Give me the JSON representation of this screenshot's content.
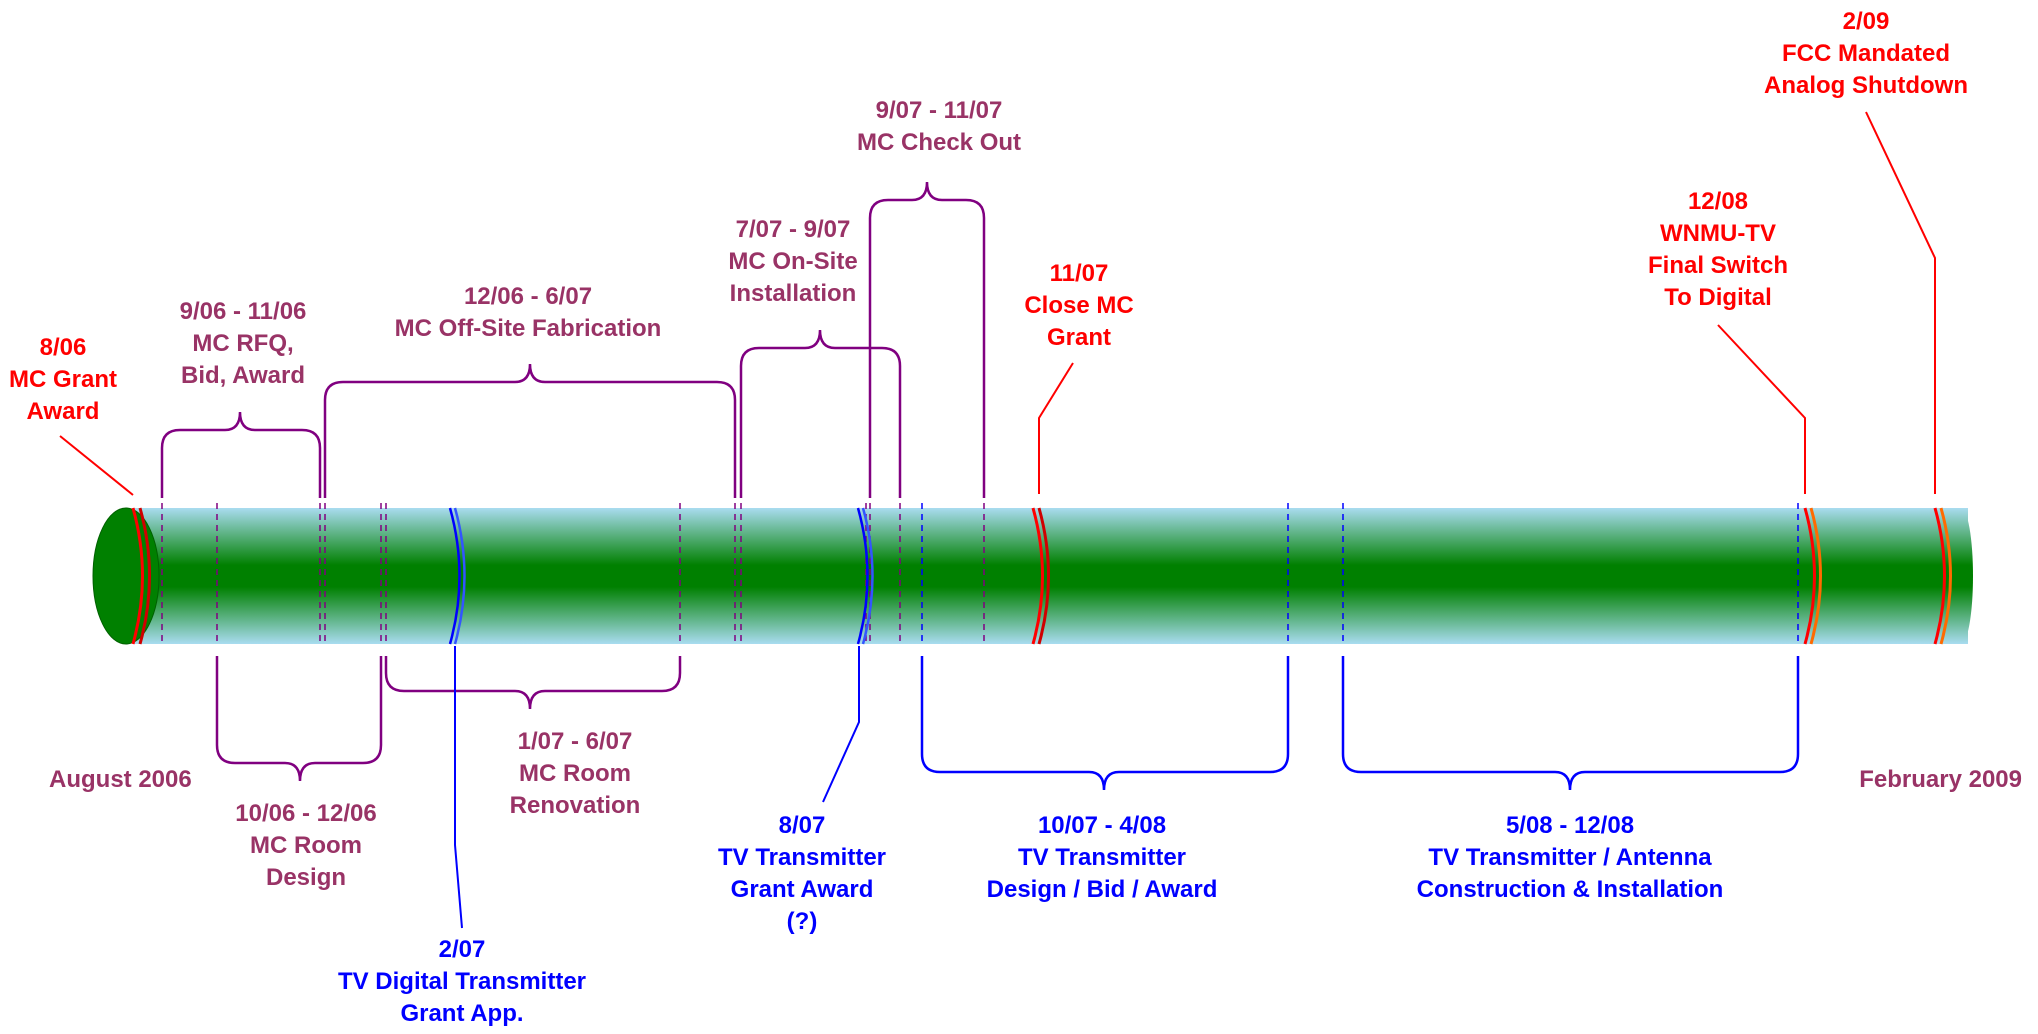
{
  "colors": {
    "red": "#ff0000",
    "purple": "#993366",
    "bracket_purple": "#800080",
    "blue": "#0000ff",
    "tube_edge": "#8fd0e8",
    "tube_core": "#008000"
  },
  "start_label": "August 2006",
  "end_label": "February 2009",
  "events": [
    {
      "id": "mc-grant-award",
      "lines": [
        "8/06",
        "MC Grant",
        "Award"
      ],
      "color": "red"
    },
    {
      "id": "close-mc-grant",
      "lines": [
        "11/07",
        "Close MC",
        "Grant"
      ],
      "color": "red"
    },
    {
      "id": "wnmu-final-switch",
      "lines": [
        "12/08",
        "WNMU-TV",
        "Final Switch",
        "To Digital"
      ],
      "color": "red"
    },
    {
      "id": "fcc-analog-shutdown",
      "lines": [
        "2/09",
        "FCC Mandated",
        "Analog Shutdown"
      ],
      "color": "red"
    },
    {
      "id": "tv-digital-transmitter-grant-app",
      "lines": [
        "2/07",
        "TV Digital Transmitter",
        "Grant App."
      ],
      "color": "blue"
    },
    {
      "id": "tv-transmitter-grant-award",
      "lines": [
        "8/07",
        "TV Transmitter",
        "Grant Award",
        "(?)"
      ],
      "color": "blue"
    }
  ],
  "phases": [
    {
      "id": "mc-rfq",
      "lines": [
        "9/06 - 11/06",
        "MC RFQ,",
        "Bid, Award"
      ],
      "color": "purple"
    },
    {
      "id": "mc-off-site-fabrication",
      "lines": [
        "12/06 - 6/07",
        "MC Off-Site Fabrication"
      ],
      "color": "purple"
    },
    {
      "id": "mc-on-site-installation",
      "lines": [
        "7/07 - 9/07",
        "MC On-Site",
        "Installation"
      ],
      "color": "purple"
    },
    {
      "id": "mc-check-out",
      "lines": [
        "9/07 - 11/07",
        "MC Check Out"
      ],
      "color": "purple"
    },
    {
      "id": "mc-room-design",
      "lines": [
        "10/06 - 12/06",
        "MC Room",
        "Design"
      ],
      "color": "purple"
    },
    {
      "id": "mc-room-renovation",
      "lines": [
        "1/07 - 6/07",
        "MC Room",
        "Renovation"
      ],
      "color": "purple"
    },
    {
      "id": "tv-transmitter-design-bid-award",
      "lines": [
        "10/07 - 4/08",
        "TV Transmitter",
        "Design / Bid / Award"
      ],
      "color": "blue"
    },
    {
      "id": "tv-transmitter-antenna-construction",
      "lines": [
        "5/08 - 12/08",
        "TV Transmitter / Antenna",
        "Construction & Installation"
      ],
      "color": "blue"
    }
  ]
}
